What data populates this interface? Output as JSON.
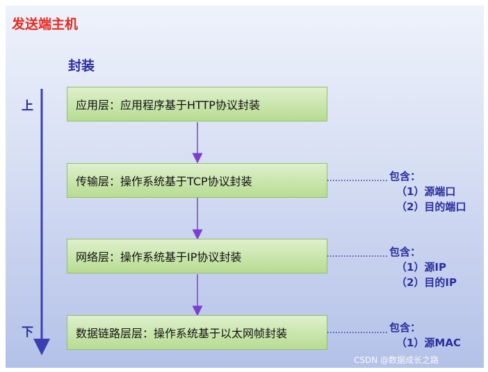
{
  "title": "发送端主机",
  "subtitle": "封装",
  "direction": {
    "top": "上",
    "bottom": "下"
  },
  "layers": [
    {
      "label": "应用层：应用程序基于HTTP协议封装"
    },
    {
      "label": "传输层：操作系统基于TCP协议封装"
    },
    {
      "label": "网络层：操作系统基于IP协议封装"
    },
    {
      "label": "数据链路层层：操作系统基于以太网帧封装"
    }
  ],
  "notes": [
    {
      "heading": "包含：",
      "items": [
        "（1）源端口",
        "（2）目的端口"
      ]
    },
    {
      "heading": "包含：",
      "items": [
        "（1）源IP",
        "（2）目的IP"
      ]
    },
    {
      "heading": "包含：",
      "items": [
        "（1）源MAC"
      ]
    }
  ],
  "watermark": "CSDN @数据成长之路",
  "colors": {
    "title": "#e8281e",
    "accent": "#2a2d9f",
    "arrow": "#7b3fd0",
    "box_fill": "#c7e3a8",
    "box_border": "#8fbf66"
  }
}
